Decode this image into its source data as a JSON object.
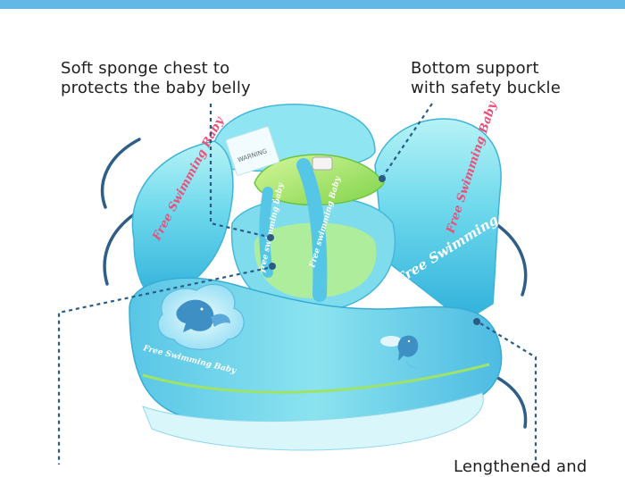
{
  "theme": {
    "accent": "#62b9e6",
    "float_main": "#5fd1e8",
    "float_light": "#aef0f4",
    "float_dark": "#2ba7d4",
    "seat_green": "#a8e76a",
    "leader_color": "#2a5c86",
    "brand_text_color": "#e8527a"
  },
  "callouts": {
    "chest": {
      "line1": "Soft sponge chest to",
      "line2": "protects the baby belly"
    },
    "bottom_support": {
      "line1": "Bottom support",
      "line2": "with safety buckle"
    },
    "partial_bottom": "Lengthened and"
  },
  "product": {
    "print_arm_left": "Free Swimming Baby",
    "print_arm_right": "Free Swimming Baby",
    "print_side": "Free Swimming Baby",
    "print_strap_left": "free swimming baby",
    "print_strap_center": "Free swimming Baby",
    "print_badge": "Free Swimming Baby",
    "print_warning": "WARNING",
    "icons": [
      "dolphin-emblem-icon",
      "small-dolphin-icon"
    ]
  }
}
